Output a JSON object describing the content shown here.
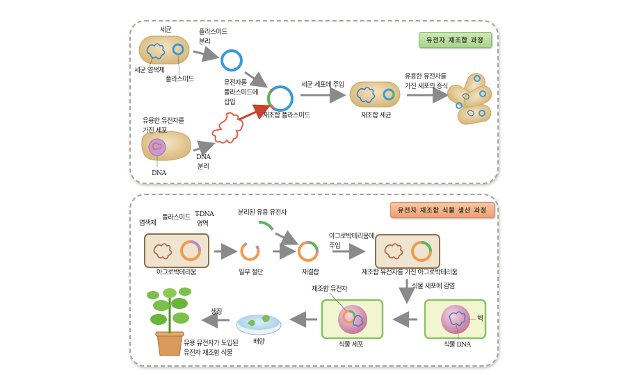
{
  "top_panel": {
    "badge": "유전자 재조합 과정",
    "labels": {
      "bacteria": "세균",
      "bacterial_chromosome": "세균 염색체",
      "plasmid": "플라스미드",
      "plasmid_isolation_1": "플라스미드",
      "plasmid_isolation_2": "분리",
      "insert_gene_1": "유전자를",
      "insert_gene_2": "플라스미드에",
      "insert_gene_3": "삽입",
      "recombinant_plasmid": "재조합 플라스미드",
      "inject_into_cell": "세균 세포에 주입",
      "recombinant_bacteria": "재조합 세균",
      "proliferation_1": "유용한 유전자를",
      "proliferation_2": "가진 세포의 증식",
      "useful_cell_1": "유용한 유전자를",
      "useful_cell_2": "가진 세포",
      "dna": "DNA",
      "dna_isolation_1": "DNA",
      "dna_isolation_2": "분리"
    }
  },
  "bottom_panel": {
    "badge": "유전자 재조합 식물 생산 과정",
    "labels": {
      "chromosome": "염색체",
      "plasmid": "플라스미드",
      "tdna_1": "T-DNA",
      "tdna_2": "영역",
      "agrobacterium": "아그로박테리움",
      "isolated_gene": "분리된 유용 유전자",
      "partial_cut": "일부 절단",
      "recombination": "재결합",
      "inject_agro_1": "아그로박테리움에",
      "inject_agro_2": "주입",
      "recombinant_agro": "재조합 유전자를 가진 아그로박테리움",
      "infect_plant_cell": "식물 세포에 감염",
      "recombinant_gene": "재조합 유전자",
      "plant_cell": "식물 세포",
      "nucleus": "핵",
      "plant_dna": "식물 DNA",
      "culture": "배양",
      "growth": "생장",
      "gm_plant_1": "유용 유전자가 도입된",
      "gm_plant_2": "유전자 재조합 식물"
    }
  },
  "colors": {
    "plasmid_blue": "#3a9ad9",
    "bacteria_tan": "#e6cf9e",
    "dna_red": "#e2604a",
    "agro_plasmid_orange": "#f09a4e",
    "tdna_purple": "#b98ac9",
    "gene_green": "#5bb85a",
    "plant_cell_bg": "#f1f5d0",
    "plant_cell_border": "#8cc06a",
    "nucleus_pink": "#d48aa8",
    "arrow_gray": "#8a8a8a",
    "arrow_red": "#c9432a"
  }
}
